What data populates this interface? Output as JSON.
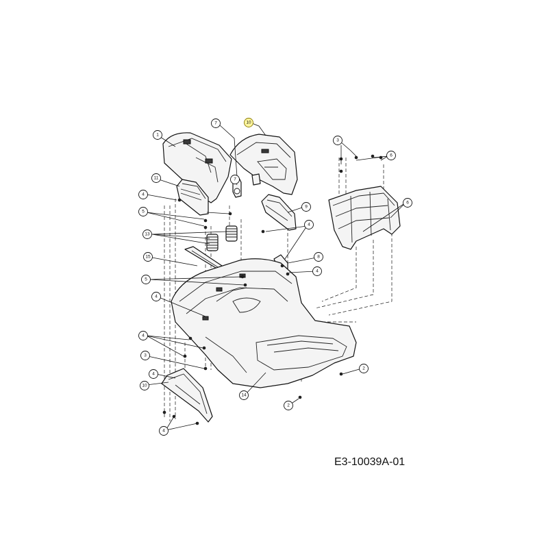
{
  "diagram_code": "E3-10039A-01",
  "callouts": [
    {
      "label": "1"
    },
    {
      "label": "7"
    },
    {
      "label": "10"
    },
    {
      "label": "3"
    },
    {
      "label": "6"
    },
    {
      "label": "11"
    },
    {
      "label": "7"
    },
    {
      "label": "4"
    },
    {
      "label": "5"
    },
    {
      "label": "9"
    },
    {
      "label": "6"
    },
    {
      "label": "13"
    },
    {
      "label": "4"
    },
    {
      "label": "15"
    },
    {
      "label": "8"
    },
    {
      "label": "5"
    },
    {
      "label": "4"
    },
    {
      "label": "4"
    },
    {
      "label": "4"
    },
    {
      "label": "3"
    },
    {
      "label": "2"
    },
    {
      "label": "4"
    },
    {
      "label": "10"
    },
    {
      "label": "14"
    },
    {
      "label": "2"
    },
    {
      "label": "4"
    }
  ],
  "highlighted_callout": "10"
}
